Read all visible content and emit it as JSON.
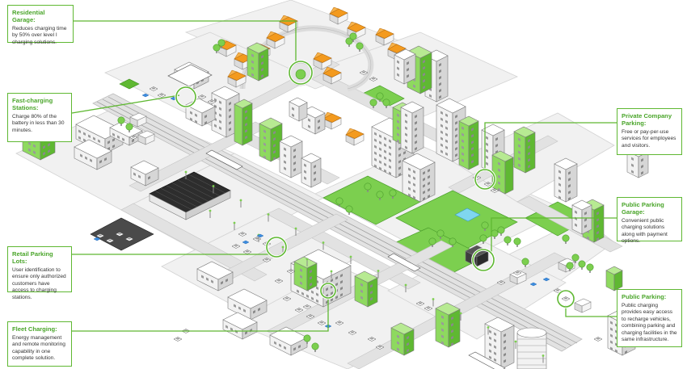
{
  "colors": {
    "accent": "#5fb832",
    "accent_dark": "#3e8f1f",
    "building_light": "#f2f2f2",
    "building_mid": "#d6d6d6",
    "road": "#e2e2e2",
    "park": "#7ccf4f",
    "roof_orange": "#f39a1e"
  },
  "callouts": [
    {
      "id": "residential-garage",
      "title": "Residential Garage:",
      "body": "Reduces charging time by 50% over level I charging solutions."
    },
    {
      "id": "fast-charging-stations",
      "title": "Fast-charging Stations:",
      "body": "Charge 80% of the battery in less than 30 minutes."
    },
    {
      "id": "retail-parking-lots",
      "title": "Retail Parking Lots:",
      "body": "User identification to ensure only authorized customers have access to charging stations."
    },
    {
      "id": "fleet-charging",
      "title": "Fleet Charging:",
      "body": "Energy management and remote monitoring capability in one complete solution."
    },
    {
      "id": "private-company-parking",
      "title": "Private Company Parking:",
      "body": "Free or pay-per-use services for employees and visitors."
    },
    {
      "id": "public-parking-garage",
      "title": "Public Parking Garage:",
      "body": "Convenient public charging solutions along with payment options."
    },
    {
      "id": "public-parking",
      "title": "Public Parking:",
      "body": "Public charging provides easy access to recharge vehicles, combining parking and charging facilities in the same infrastructure."
    }
  ]
}
